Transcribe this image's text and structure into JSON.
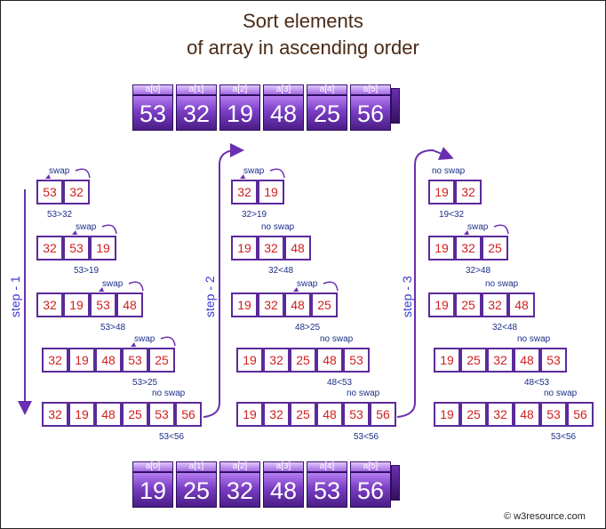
{
  "title": {
    "line1": "Sort elements",
    "line2": "of array in ascending order"
  },
  "index_labels": [
    "a[0]",
    "a[1]",
    "a[2]",
    "a[3]",
    "a[4]",
    "a[5]"
  ],
  "initial_array": [
    "53",
    "32",
    "19",
    "48",
    "25",
    "56"
  ],
  "sorted_array": [
    "19",
    "25",
    "32",
    "48",
    "53",
    "56"
  ],
  "steps": [
    {
      "label": "step - 1",
      "rows": [
        {
          "cells": [
            "53",
            "32"
          ],
          "action": "swap",
          "compare": "53>32"
        },
        {
          "cells": [
            "32",
            "53",
            "19"
          ],
          "action": "swap",
          "compare": "53>19"
        },
        {
          "cells": [
            "32",
            "19",
            "53",
            "48"
          ],
          "action": "swap",
          "compare": "53>48"
        },
        {
          "cells": [
            "32",
            "19",
            "48",
            "53",
            "25"
          ],
          "action": "swap",
          "compare": "53>25"
        },
        {
          "cells": [
            "32",
            "19",
            "48",
            "25",
            "53",
            "56"
          ],
          "action": "no swap",
          "compare": "53<56"
        }
      ]
    },
    {
      "label": "step - 2",
      "rows": [
        {
          "cells": [
            "32",
            "19"
          ],
          "action": "swap",
          "compare": "32>19"
        },
        {
          "cells": [
            "19",
            "32",
            "48"
          ],
          "action": "no swap",
          "compare": "32<48"
        },
        {
          "cells": [
            "19",
            "32",
            "48",
            "25"
          ],
          "action": "swap",
          "compare": "48>25"
        },
        {
          "cells": [
            "19",
            "32",
            "25",
            "48",
            "53"
          ],
          "action": "no swap",
          "compare": "48<53"
        },
        {
          "cells": [
            "19",
            "32",
            "25",
            "48",
            "53",
            "56"
          ],
          "action": "no swap",
          "compare": "53<56"
        }
      ]
    },
    {
      "label": "step - 3",
      "rows": [
        {
          "cells": [
            "19",
            "32"
          ],
          "action": "no swap",
          "compare": "19<32"
        },
        {
          "cells": [
            "19",
            "32",
            "25"
          ],
          "action": "swap",
          "compare": "32>48"
        },
        {
          "cells": [
            "19",
            "25",
            "32",
            "48"
          ],
          "action": "no swap",
          "compare": "32<48"
        },
        {
          "cells": [
            "19",
            "25",
            "32",
            "48",
            "53"
          ],
          "action": "no swap",
          "compare": "48<53"
        },
        {
          "cells": [
            "19",
            "25",
            "32",
            "48",
            "53",
            "56"
          ],
          "action": "no swap",
          "compare": "53<56"
        }
      ]
    }
  ],
  "credit": "© w3resource.com",
  "colors": {
    "cube": "#7a3ec4",
    "cell_border": "#5b2a9a",
    "cell_text": "#d02020",
    "note_text": "#1b2f88",
    "step_text": "#3a3acc",
    "title_text": "#4a2a14"
  }
}
